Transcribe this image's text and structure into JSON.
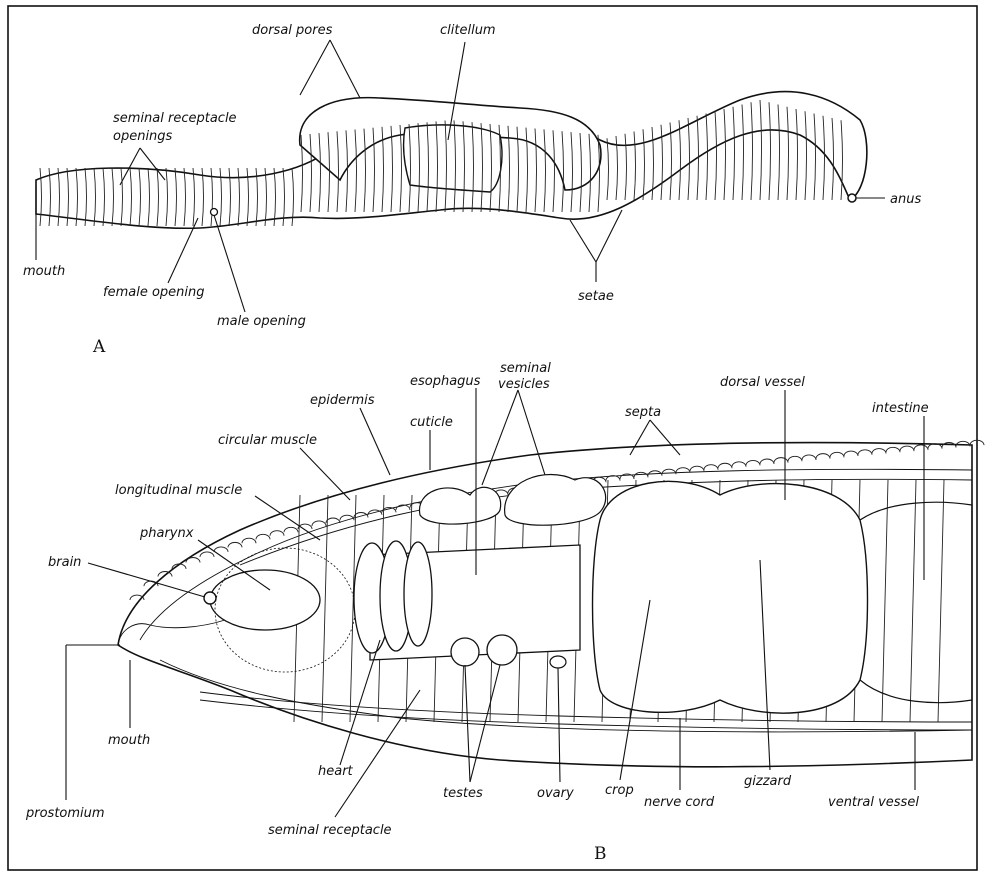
{
  "figure": {
    "panel_a": {
      "letter": "A",
      "labels": {
        "dorsal_pores": "dorsal pores",
        "clitellum": "clitellum",
        "seminal_receptacle_openings_1": "seminal receptacle",
        "seminal_receptacle_openings_2": "openings",
        "mouth": "mouth",
        "female_opening": "female opening",
        "male_opening": "male opening",
        "setae": "setae",
        "anus": "anus"
      }
    },
    "panel_b": {
      "letter": "B",
      "labels": {
        "seminal_vesicles_1": "seminal",
        "seminal_vesicles_2": "vesicles",
        "esophagus": "esophagus",
        "epidermis": "epidermis",
        "cuticle": "cuticle",
        "septa": "septa",
        "dorsal_vessel": "dorsal vessel",
        "intestine": "intestine",
        "circular_muscle": "circular muscle",
        "longitudinal_muscle": "longitudinal muscle",
        "pharynx": "pharynx",
        "brain": "brain",
        "mouth": "mouth",
        "heart": "heart",
        "testes": "testes",
        "ovary": "ovary",
        "crop": "crop",
        "nerve_cord": "nerve cord",
        "gizzard": "gizzard",
        "ventral_vessel": "ventral vessel",
        "prostomium": "prostomium",
        "seminal_receptacle": "seminal receptacle"
      }
    }
  }
}
